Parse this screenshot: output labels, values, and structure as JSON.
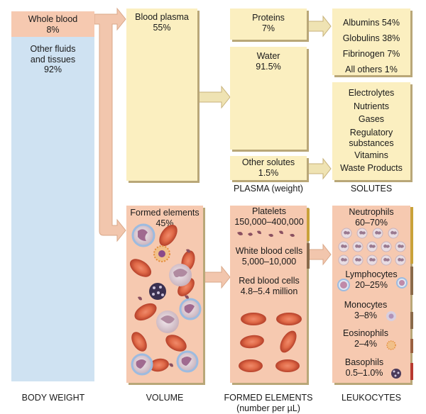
{
  "body": {
    "whole_blood": "Whole blood",
    "whole_blood_pct": "8%",
    "other_fluids_line1": "Other fluids",
    "other_fluids_line2": "and tissues",
    "other_fluids_pct": "92%"
  },
  "plasma": {
    "label": "Blood plasma",
    "pct": "55%"
  },
  "formed": {
    "label": "Formed elements",
    "pct": "45%"
  },
  "plasma_parts": {
    "proteins": "Proteins",
    "proteins_pct": "7%",
    "water": "Water",
    "water_pct": "91.5%",
    "other_solutes": "Other solutes",
    "other_solutes_pct": "1.5%"
  },
  "proteins_list": [
    "Albumins 54%",
    "Globulins 38%",
    "Fibrinogen 7%",
    "All others 1%"
  ],
  "solutes_list": [
    "Electrolytes",
    "Nutrients",
    "Gases",
    "Regulatory",
    "substances",
    "Vitamins",
    "Waste Products"
  ],
  "formed_parts": {
    "platelets": "Platelets",
    "platelets_count": "150,000–400,000",
    "wbc": "White blood cells",
    "wbc_count": "5,000–10,000",
    "rbc": "Red blood cells",
    "rbc_count": "4.8–5.4 million"
  },
  "leukocytes": [
    {
      "name": "Neutrophils",
      "pct": "60–70%"
    },
    {
      "name": "Lymphocytes",
      "pct": "20–25%"
    },
    {
      "name": "Monocytes",
      "pct": "3–8%"
    },
    {
      "name": "Eosinophils",
      "pct": "2–4%"
    },
    {
      "name": "Basophils",
      "pct": "0.5–1.0%"
    }
  ],
  "captions": {
    "plasma_weight": "PLASMA (weight)",
    "solutes": "SOLUTES",
    "body_weight": "BODY WEIGHT",
    "volume": "VOLUME",
    "formed_elements": "FORMED ELEMENTS",
    "number_per": "(number per µL)",
    "leukocytes": "LEUKOCYTES"
  },
  "colors": {
    "plasma": "#fbefc0",
    "salmon": "#f6c9b0",
    "blue": "#cfe2f2",
    "rbc": "#d9573a",
    "neutrophil_bar": "#c9a23a",
    "lymphocyte_bar": "#8a6a4a",
    "monocyte_bar": "#8a6a4a",
    "eosinophil_bar": "#9a6040",
    "basophil_bar": "#b83a30"
  }
}
